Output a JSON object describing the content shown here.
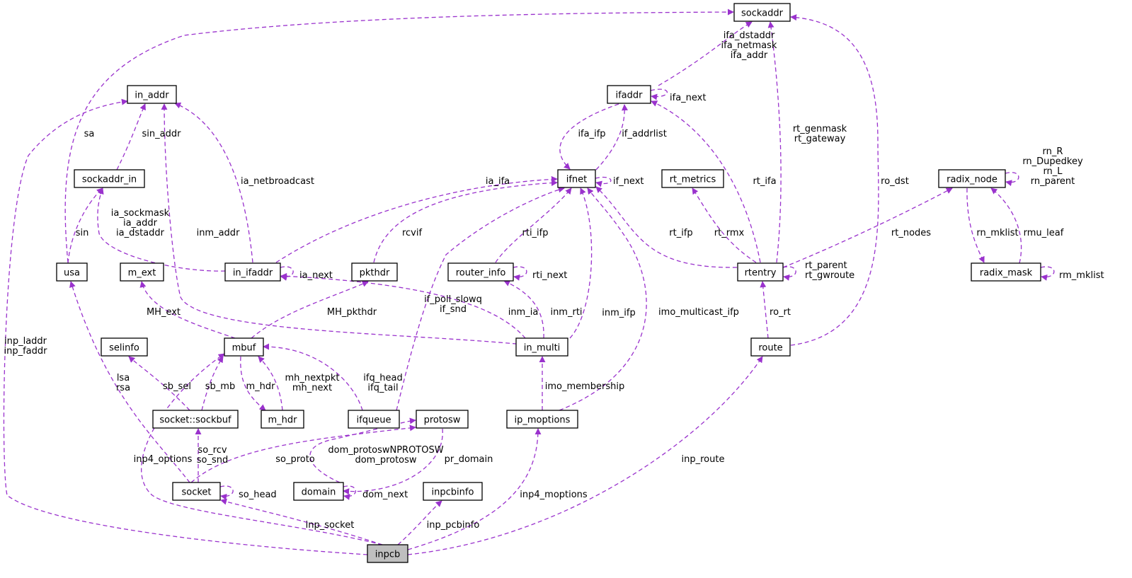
{
  "diagram": {
    "nodes": {
      "sockaddr": "sockaddr",
      "ifaddr": "ifaddr",
      "in_addr": "in_addr",
      "sockaddr_in": "sockaddr_in",
      "ifnet": "ifnet",
      "rt_metrics": "rt_metrics",
      "radix_node": "radix_node",
      "usa": "usa",
      "m_ext": "m_ext",
      "in_ifaddr": "in_ifaddr",
      "pkthdr": "pkthdr",
      "router_info": "router_info",
      "rtentry": "rtentry",
      "radix_mask": "radix_mask",
      "selinfo": "selinfo",
      "mbuf": "mbuf",
      "in_multi": "in_multi",
      "route": "route",
      "socket_sockbuf": "socket::sockbuf",
      "m_hdr": "m_hdr",
      "ifqueue": "ifqueue",
      "protosw": "protosw",
      "ip_moptions": "ip_moptions",
      "socket": "socket",
      "domain": "domain",
      "inpcbinfo": "inpcbinfo",
      "inpcb": "inpcb"
    },
    "edge_labels": {
      "ifaddr_sockaddr": [
        "ifa_dstaddr",
        "ifa_netmask",
        "ifa_addr"
      ],
      "ifaddr_next": [
        "ifa_next"
      ],
      "ifnet_ifaddr": [
        "ifa_ifp"
      ],
      "ifaddr_ifnet": [
        "if_addrlist"
      ],
      "rtentry_sockaddr": [
        "rt_genmask",
        "rt_gateway"
      ],
      "rtentry_ifaddr": [
        "rt_ifa"
      ],
      "route_sockaddr": [
        "ro_dst"
      ],
      "usa_sockaddr": [
        "sa"
      ],
      "sockaddr_in_in_addr": [
        "sin_addr"
      ],
      "in_ifaddr_in_addr": [
        "ia_netbroadcast"
      ],
      "in_multi_in_addr": [
        "inm_addr"
      ],
      "usa_sockaddr_in": [
        "sin"
      ],
      "in_ifaddr_sockaddr_in": [
        "ia_sockmask",
        "ia_addr",
        "ia_dstaddr"
      ],
      "ifnet_next": [
        "if_next"
      ],
      "in_ifaddr_ifnet": [
        "ia_ifa"
      ],
      "pkthdr_ifnet": [
        "rcvif"
      ],
      "router_info_ifnet": [
        "rti_ifp"
      ],
      "in_multi_ifnet": [
        "inm_ifp"
      ],
      "rtentry_ifnet": [
        "rt_ifp"
      ],
      "ip_moptions_ifnet": [
        "imo_multicast_ifp"
      ],
      "ifqueue_ifnet": [
        "if_poll_slowq",
        "if_snd"
      ],
      "rtentry_rt_metrics": [
        "rt_rmx"
      ],
      "rtentry_radix_node": [
        "rt_nodes"
      ],
      "radix_node_self": [
        "rn_R",
        "rn_Dupedkey",
        "rn_L",
        "rn_parent"
      ],
      "radix_mask_radix_node": [
        "rmu_leaf"
      ],
      "radix_node_radix_mask": [
        "rn_mklist"
      ],
      "radix_mask_self": [
        "rm_mklist"
      ],
      "in_ifaddr_self": [
        "ia_next"
      ],
      "in_multi_in_ifaddr": [
        "inm_ia"
      ],
      "router_info_self": [
        "rti_next"
      ],
      "in_multi_router_info": [
        "inm_rti"
      ],
      "rtentry_self": [
        "rt_parent",
        "rt_gwroute"
      ],
      "route_rtentry": [
        "ro_rt"
      ],
      "mbuf_m_ext": [
        "MH_ext"
      ],
      "mbuf_pkthdr": [
        "MH_pkthdr"
      ],
      "inpcb_in_addr": [
        "inp_laddr",
        "inp_faddr"
      ],
      "socket_usa": [
        "lsa",
        "rsa"
      ],
      "sockbuf_selinfo": [
        "sb_sel"
      ],
      "sockbuf_mbuf": [
        "sb_mb"
      ],
      "m_hdr_mbuf": [
        "mh_nextpkt",
        "mh_next"
      ],
      "mbuf_m_hdr": [
        "m_hdr"
      ],
      "ifqueue_mbuf": [
        "ifq_head",
        "ifq_tail"
      ],
      "ip_moptions_in_multi": [
        "imo_membership"
      ],
      "socket_sockbuf": [
        "so_rcv",
        "so_snd"
      ],
      "inpcb_mbuf": [
        "inp4_options"
      ],
      "socket_protosw": [
        "so_proto"
      ],
      "protosw_domain": [
        "pr_domain"
      ],
      "domain_protosw": [
        "dom_protoswNPROTOSW",
        "dom_protosw"
      ],
      "socket_self": [
        "so_head"
      ],
      "domain_self": [
        "dom_next"
      ],
      "inpcb_socket": [
        "inp_socket"
      ],
      "inpcb_inpcbinfo": [
        "inp_pcbinfo"
      ],
      "inpcb_ip_moptions": [
        "inp4_moptions"
      ],
      "inpcb_route": [
        "inp_route"
      ]
    },
    "colors": {
      "edge": "#9a32cd",
      "root_fill": "#bfbfbf",
      "node_border": "#000000"
    }
  }
}
